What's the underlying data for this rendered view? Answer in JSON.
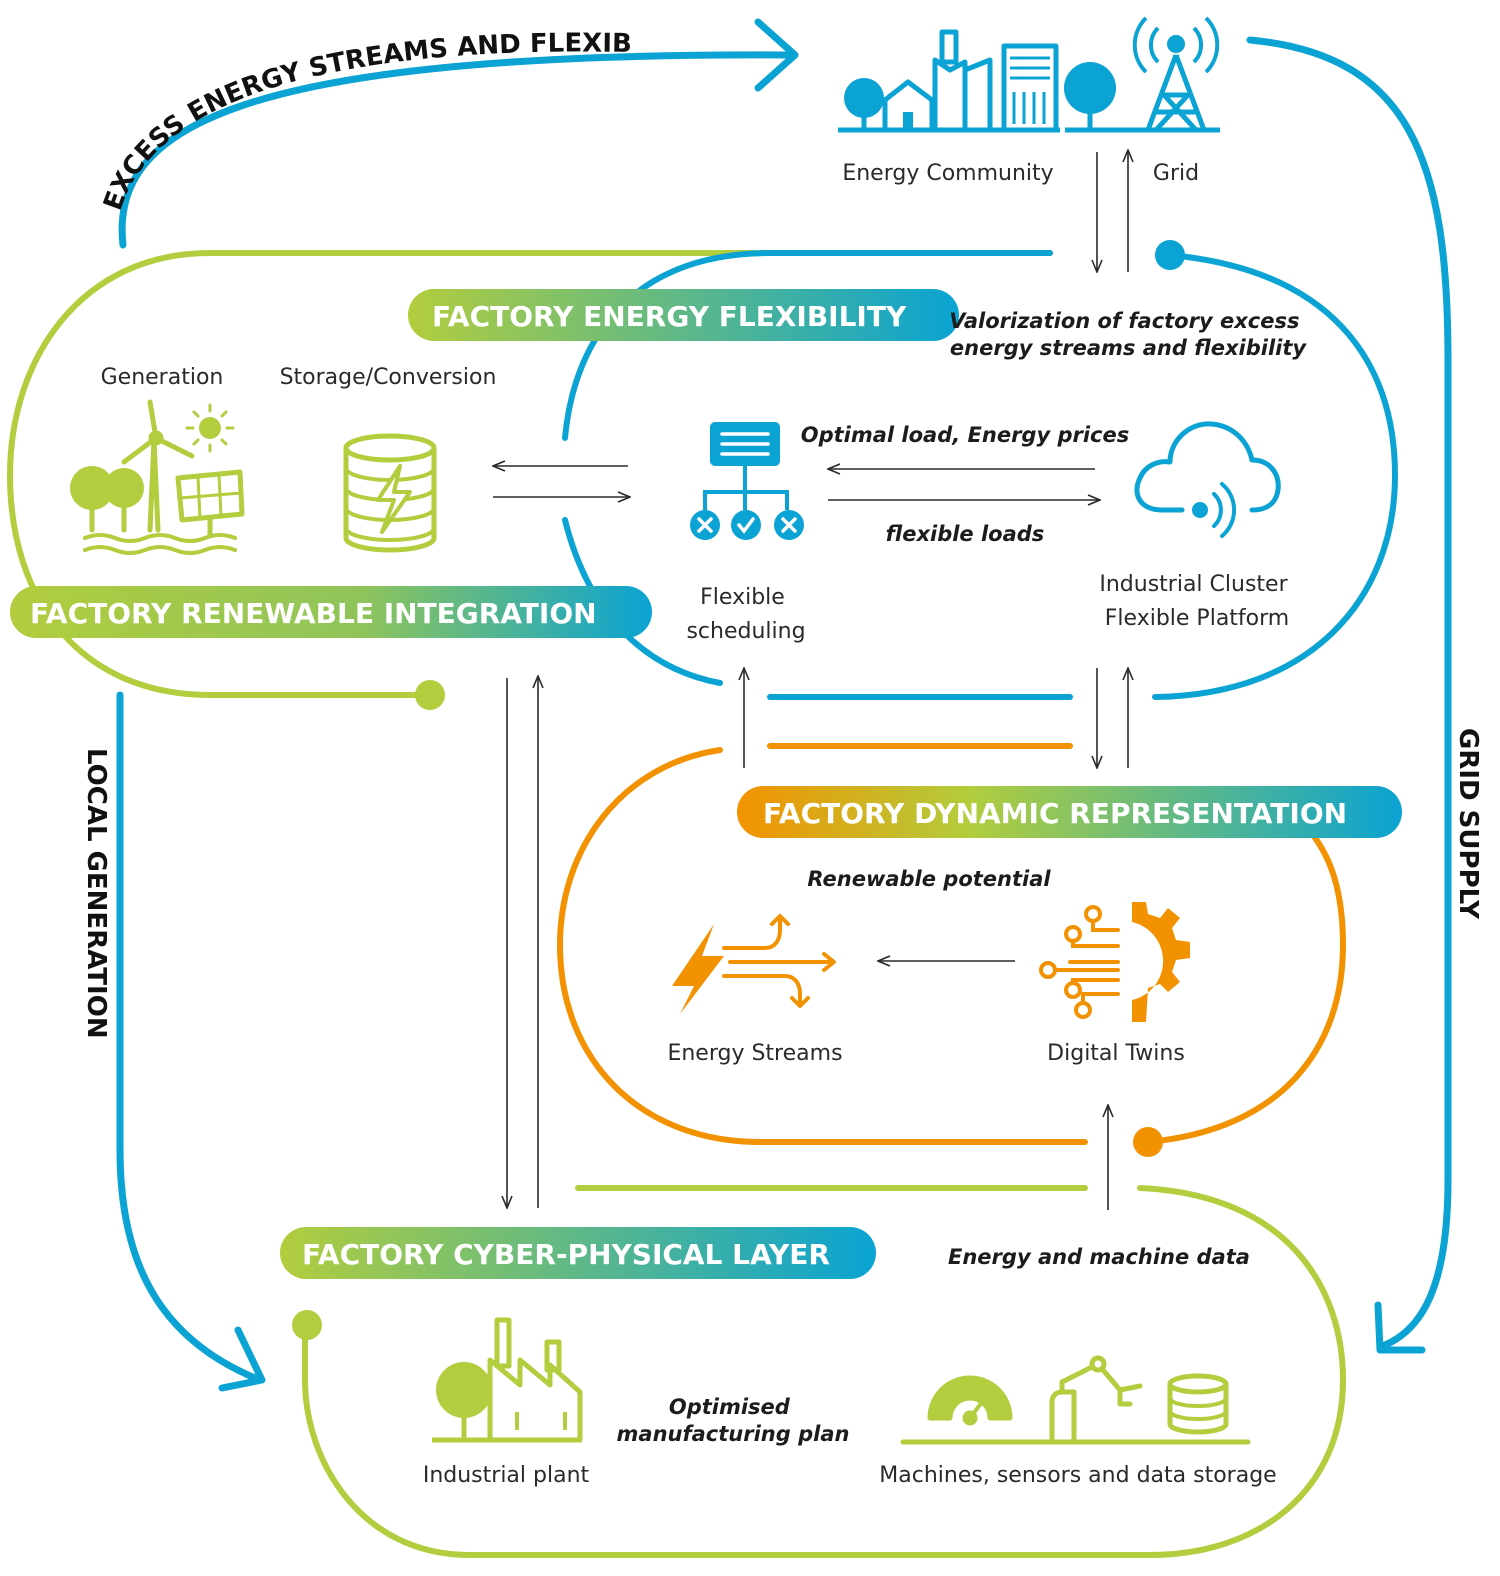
{
  "colors": {
    "blue": "#0aa3d3",
    "green": "#b2cd3d",
    "orange": "#f39200",
    "ink": "#2a2a2a"
  },
  "flows": {
    "excess": "EXCESS ENERGY STREAMS AND FLEXIBILITY",
    "grid_supply": "GRID SUPPLY",
    "local_generation": "LOCAL GENERATION"
  },
  "layers": {
    "flexibility": "FACTORY  ENERGY FLEXIBILITY",
    "renewable": "FACTORY  RENEWABLE INTEGRATION",
    "dynamic": "FACTORY  DYNAMIC REPRESENTATION",
    "cyber": "FACTORY CYBER-PHYSICAL LAYER"
  },
  "nodes": {
    "energy_community": "Energy Community",
    "grid": "Grid",
    "generation": "Generation",
    "storage": "Storage/Conversion",
    "flexible_scheduling": [
      "Flexible",
      "scheduling"
    ],
    "cluster_platform": [
      "Industrial Cluster",
      "Flexible Platform"
    ],
    "energy_streams": "Energy Streams",
    "digital_twins": "Digital Twins",
    "industrial_plant": "Industrial plant",
    "machines": "Machines, sensors and data storage"
  },
  "annotations": {
    "valorization": [
      "Valorization of factory excess",
      "energy streams and flexibility"
    ],
    "optimal_load": "Optimal load, Energy prices",
    "flexible_loads": "flexible loads",
    "renewable_potential": "Renewable potential",
    "energy_machine_data": "Energy and machine data",
    "optimised_plan": [
      "Optimised",
      "manufacturing plan"
    ]
  }
}
